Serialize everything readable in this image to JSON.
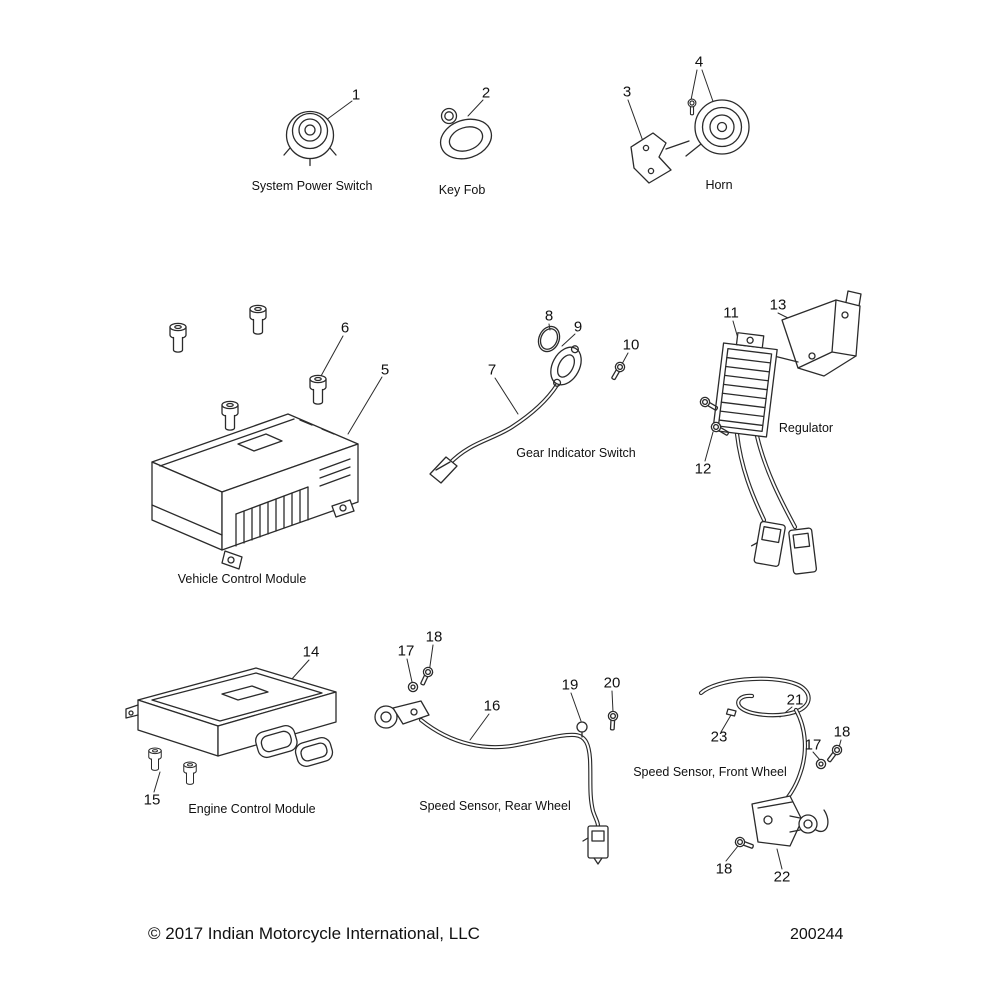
{
  "ink_color": "#2b2b2b",
  "parts": [
    {
      "name": "System Power Switch",
      "items": [
        "1"
      ]
    },
    {
      "name": "Key Fob",
      "items": [
        "2"
      ]
    },
    {
      "name": "Horn",
      "items": [
        "3",
        "4"
      ]
    },
    {
      "name": "Vehicle Control Module",
      "items": [
        "5",
        "6"
      ]
    },
    {
      "name": "Gear Indicator Switch",
      "items": [
        "7",
        "8",
        "9",
        "10"
      ]
    },
    {
      "name": "Regulator",
      "items": [
        "11",
        "12",
        "13"
      ]
    },
    {
      "name": "Engine Control Module",
      "items": [
        "14",
        "15"
      ]
    },
    {
      "name": "Speed Sensor, Rear Wheel",
      "items": [
        "16",
        "17",
        "18",
        "19",
        "20"
      ]
    },
    {
      "name": "Speed Sensor, Front Wheel",
      "items": [
        "17",
        "18",
        "21",
        "22",
        "23"
      ]
    }
  ],
  "callouts": {
    "c1": "1",
    "c2": "2",
    "c3": "3",
    "c4": "4",
    "c5": "5",
    "c6": "6",
    "c7": "7",
    "c8": "8",
    "c9": "9",
    "c10": "10",
    "c11": "11",
    "c12": "12",
    "c13": "13",
    "c14": "14",
    "c15": "15",
    "c16": "16",
    "c17a": "17",
    "c17b": "17",
    "c18a": "18",
    "c18b": "18",
    "c18c": "18",
    "c19": "19",
    "c20": "20",
    "c21": "21",
    "c22": "22",
    "c23": "23"
  },
  "footer": {
    "copyright": "© 2017 Indian Motorcycle International, LLC",
    "part_number": "200244"
  }
}
